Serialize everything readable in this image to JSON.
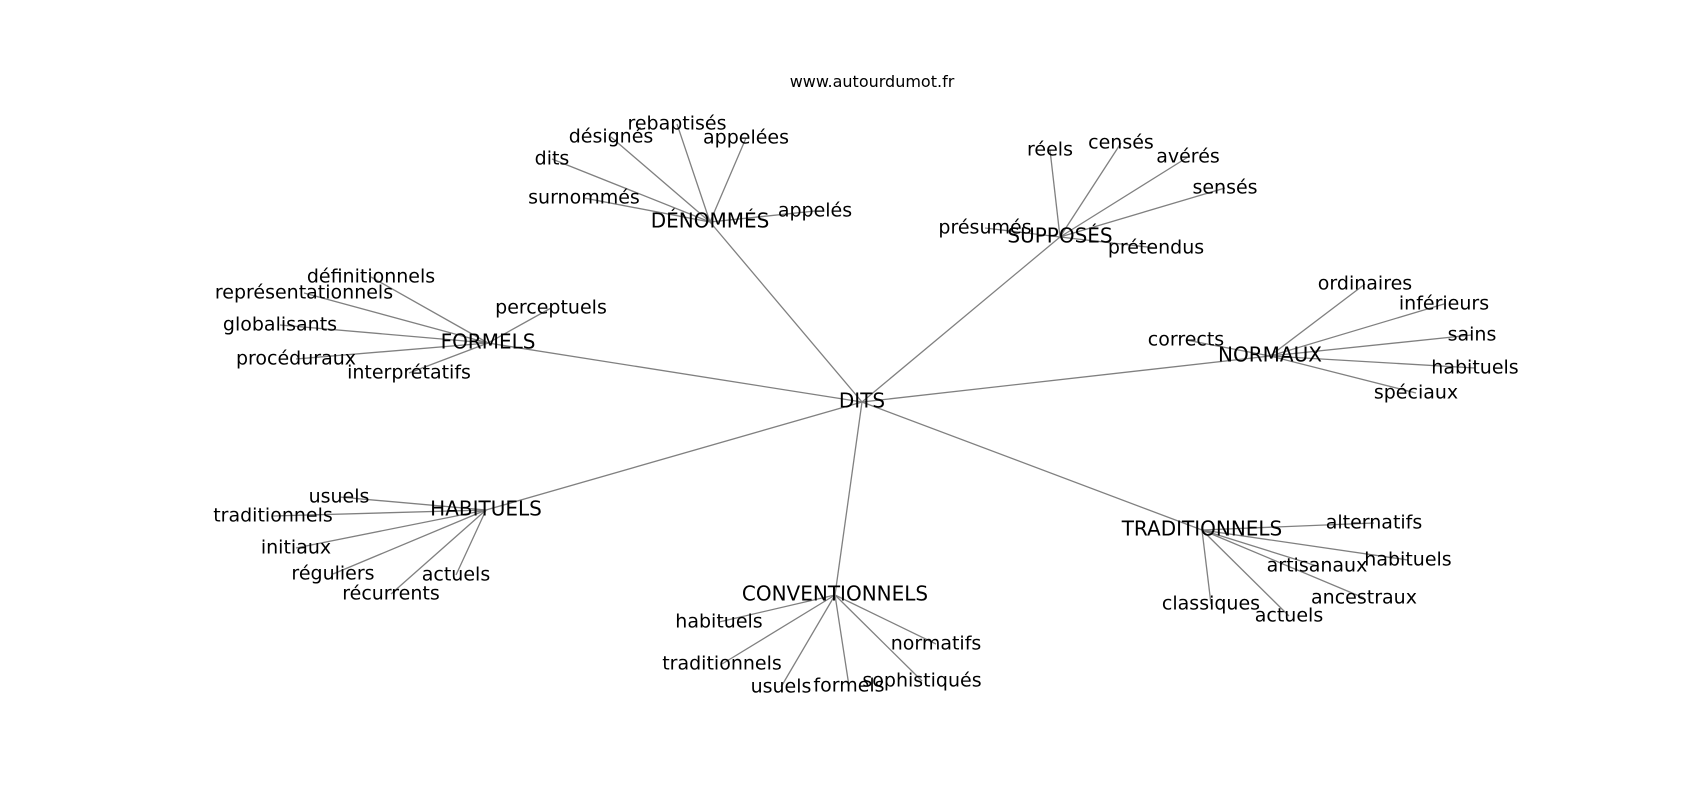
{
  "site": "www.autourdumot.fr",
  "root": "DITS",
  "clusters": [
    {
      "label": "DÉNOMMÉS",
      "children": [
        "rebaptisés",
        "désignés",
        "appelées",
        "dits",
        "surnommés",
        "appelés"
      ]
    },
    {
      "label": "SUPPOSÉS",
      "children": [
        "réels",
        "censés",
        "avérés",
        "sensés",
        "présumés",
        "prétendus"
      ]
    },
    {
      "label": "FORMELS",
      "children": [
        "définitionnels",
        "représentationnels",
        "perceptuels",
        "globalisants",
        "procéduraux",
        "interprétatifs"
      ]
    },
    {
      "label": "NORMAUX",
      "children": [
        "ordinaires",
        "inférieurs",
        "corrects",
        "sains",
        "habituels",
        "spéciaux"
      ]
    },
    {
      "label": "HABITUELS",
      "children": [
        "usuels",
        "traditionnels",
        "initiaux",
        "réguliers",
        "actuels",
        "récurrents"
      ]
    },
    {
      "label": "TRADITIONNELS",
      "children": [
        "alternatifs",
        "habituels",
        "artisanaux",
        "ancestraux",
        "classiques",
        "actuels"
      ]
    },
    {
      "label": "CONVENTIONNELS",
      "children": [
        "habituels",
        "normatifs",
        "traditionnels",
        "sophistiqués",
        "usuels",
        "formels"
      ]
    }
  ]
}
